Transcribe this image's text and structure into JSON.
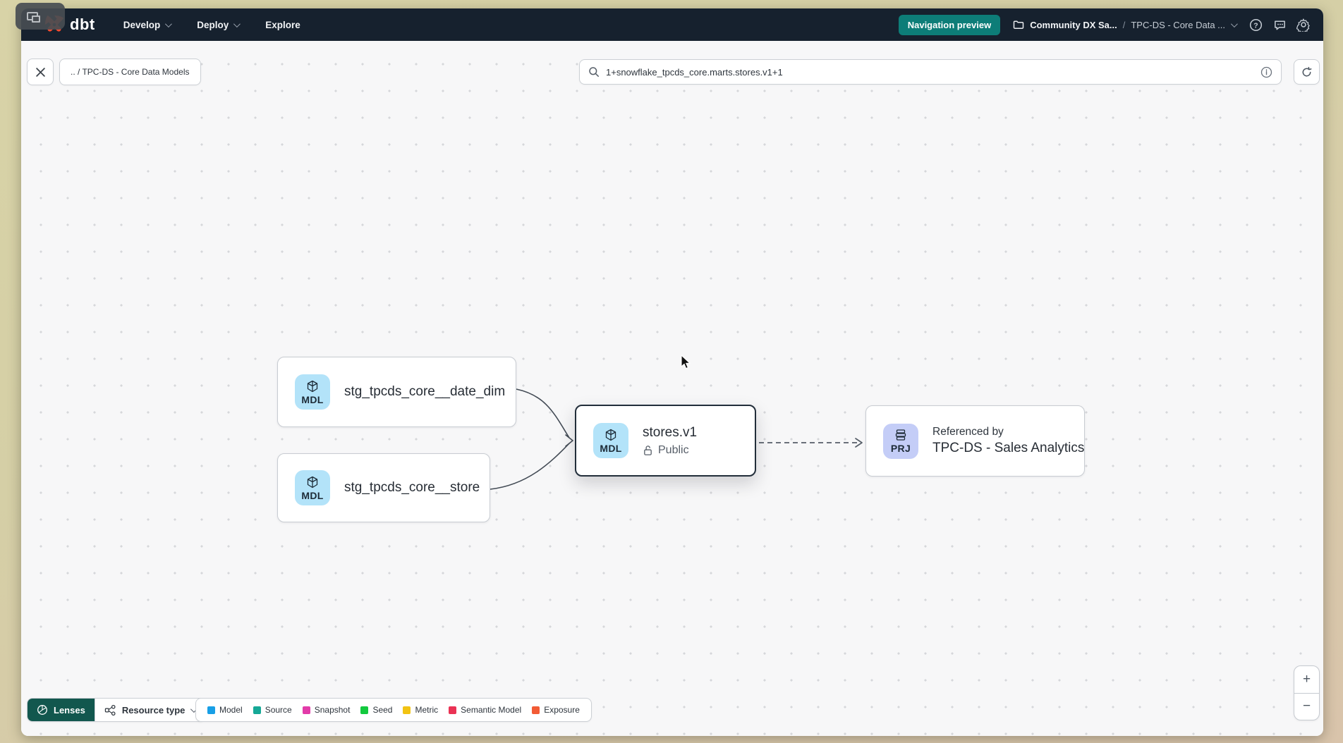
{
  "navbar": {
    "logo": "dbt",
    "menus": [
      {
        "label": "Develop"
      },
      {
        "label": "Deploy"
      },
      {
        "label": "Explore"
      }
    ],
    "preview_badge": "Navigation preview",
    "breadcrumb": {
      "project": "Community DX Sa...",
      "separator": "/",
      "current": "TPC-DS - Core Data ..."
    }
  },
  "toolbar": {
    "path_chip": ".. / TPC-DS - Core Data Models",
    "search_value": "1+snowflake_tpcds_core.marts.stores.v1+1"
  },
  "graph": {
    "nodes": {
      "date_dim": {
        "badge": "MDL",
        "label": "stg_tpcds_core__date_dim"
      },
      "store": {
        "badge": "MDL",
        "label": "stg_tpcds_core__store"
      },
      "stores_v1": {
        "badge": "MDL",
        "label": "stores.v1",
        "access": "Public"
      },
      "sales_analytics": {
        "badge": "PRJ",
        "title": "Referenced by",
        "label": "TPC-DS - Sales Analytics"
      }
    }
  },
  "footer": {
    "lenses": "Lenses",
    "resource_type": "Resource type",
    "legend": [
      {
        "label": "Model",
        "color": "#189fe6"
      },
      {
        "label": "Source",
        "color": "#16a896"
      },
      {
        "label": "Snapshot",
        "color": "#e23ba9"
      },
      {
        "label": "Seed",
        "color": "#12c93e"
      },
      {
        "label": "Metric",
        "color": "#f2c313"
      },
      {
        "label": "Semantic Model",
        "color": "#ea3254"
      },
      {
        "label": "Exposure",
        "color": "#f25b35"
      }
    ],
    "zoom_in": "+",
    "zoom_out": "−"
  }
}
